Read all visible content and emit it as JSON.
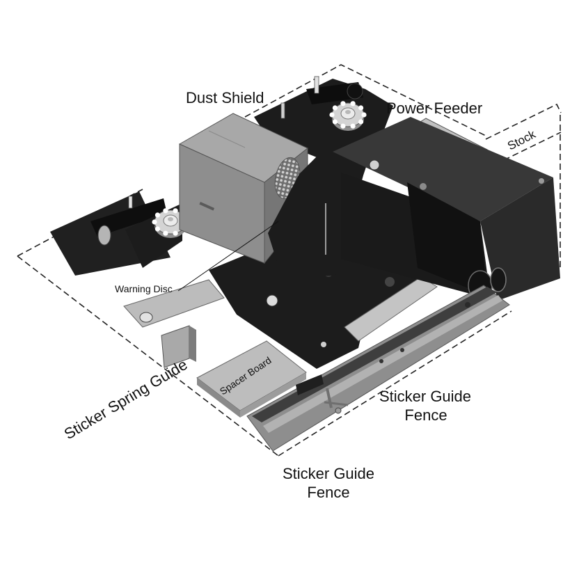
{
  "labels": {
    "dust_shield": "Dust Shield",
    "power_feeder": "Power Feeder",
    "stock": "Stock",
    "warning_disc": "Warning Disc",
    "sticker_spring_guide": "Sticker Spring Guide",
    "spacer_board": "Spacer Board",
    "sticker_guide_fence_right": {
      "line1": "Sticker Guide",
      "line2": "Fence"
    },
    "sticker_guide_fence_bottom": {
      "line1": "Sticker Guide",
      "line2": "Fence"
    }
  },
  "colors": {
    "background": "#ffffff",
    "machine_black": "#1c1c1c",
    "dust_shield_gray": "#8e8e8e",
    "metal_light": "#c0c0c0",
    "label": "#111111"
  }
}
